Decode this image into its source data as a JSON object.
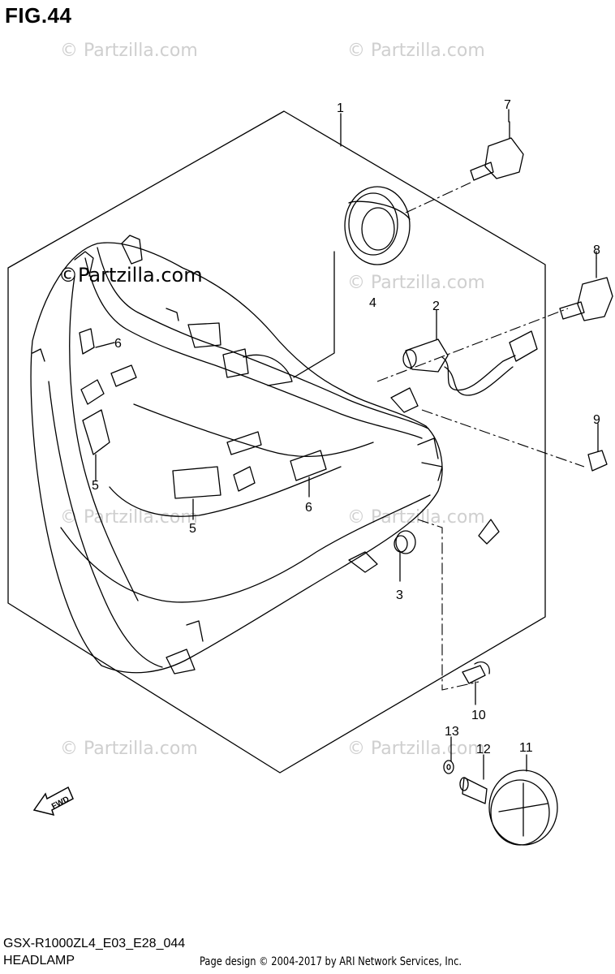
{
  "figure": {
    "title": "FIG.44"
  },
  "watermarks": {
    "text": "© Partzilla.com",
    "strong": "©Partzilla.com"
  },
  "callouts": [
    "1",
    "2",
    "3",
    "4",
    "5",
    "5",
    "6",
    "6",
    "7",
    "8",
    "9",
    "10",
    "11",
    "12",
    "13"
  ],
  "fwd_label": "FWD",
  "footer": {
    "model_code": "GSX-R1000ZL4_E03_E28_044",
    "section_name": "HEADLAMP",
    "credit": "Page design © 2004-2017 by ARI Network Services, Inc."
  }
}
